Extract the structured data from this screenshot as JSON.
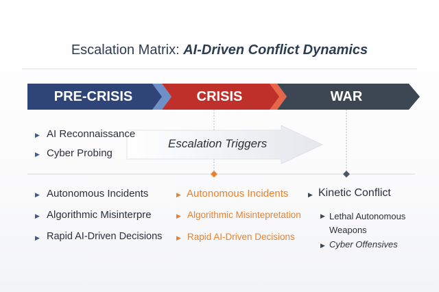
{
  "title": {
    "plain": "Escalation Matrix: ",
    "emphasis": "AI-Driven Conflict Dynamics"
  },
  "phases": [
    {
      "label": "PRE-CRISIS",
      "color": "#2f4577"
    },
    {
      "label": "CRISIS",
      "color": "#c0302b"
    },
    {
      "label": "WAR",
      "color": "#3d4653"
    }
  ],
  "arrow_label": "Escalation Triggers",
  "precrisis_items": [
    "AI Reconnaissance",
    "Cyber Probing"
  ],
  "col1": [
    "Autonomous Incidents",
    "Algorithmic Misinterpre",
    "Rapid AI-Driven Decisions"
  ],
  "col2": [
    "Autonomous Incidents",
    "Algorithmic Misintepretation",
    "Rapid AI-Driven Decisions"
  ],
  "col3": {
    "heading": "Kinetic Conflict",
    "items": [
      "Lethal Autonomous Weapons",
      "Cyber Offensives"
    ]
  }
}
